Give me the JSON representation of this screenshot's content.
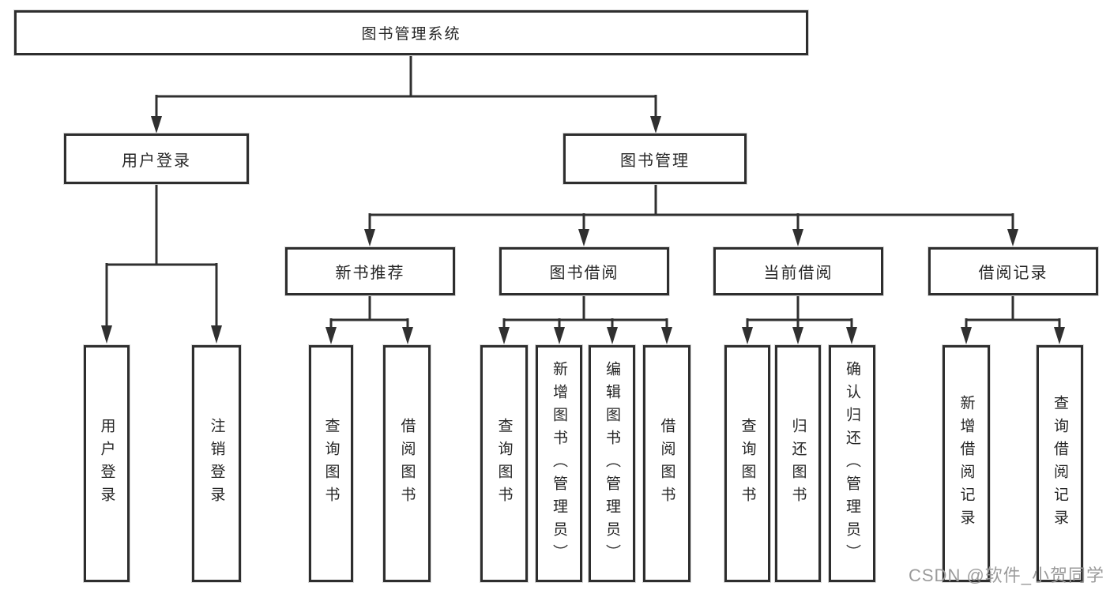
{
  "page": {
    "background": "#ffffff",
    "line_color": "#303030",
    "box_border_color": "#2e2e2e",
    "text_color": "#262626"
  },
  "watermark": {
    "text": "CSDN @软件_小贺同学",
    "color": "#9b9b9b"
  },
  "tree": {
    "root": {
      "label": "图书管理系统",
      "children": [
        {
          "label": "用户登录",
          "children": [
            {
              "label": "用户登录"
            },
            {
              "label": "注销登录"
            }
          ]
        },
        {
          "label": "图书管理",
          "children": [
            {
              "label": "新书推荐",
              "children": [
                {
                  "label": "查询图书"
                },
                {
                  "label": "借阅图书"
                }
              ]
            },
            {
              "label": "图书借阅",
              "children": [
                {
                  "label": "查询图书"
                },
                {
                  "label": "新增图书（管理员）"
                },
                {
                  "label": "编辑图书（管理员）"
                },
                {
                  "label": "借阅图书"
                }
              ]
            },
            {
              "label": "当前借阅",
              "children": [
                {
                  "label": "查询图书"
                },
                {
                  "label": "归还图书"
                },
                {
                  "label": "确认归还（管理员）"
                }
              ]
            },
            {
              "label": "借阅记录",
              "children": [
                {
                  "label": "新增借阅记录"
                },
                {
                  "label": "查询借阅记录"
                }
              ]
            }
          ]
        }
      ]
    }
  }
}
